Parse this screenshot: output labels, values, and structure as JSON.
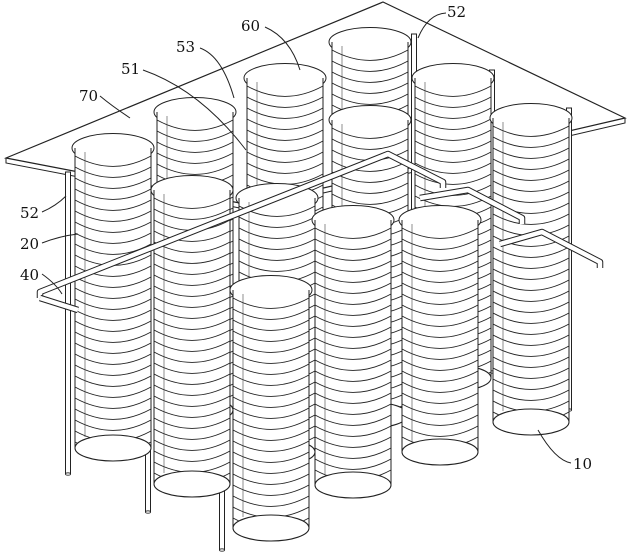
{
  "figure": {
    "labels": {
      "l70": "70",
      "l60": "60",
      "l53": "53",
      "l51": "51",
      "l52_top": "52",
      "l52_left": "52",
      "l20": "20",
      "l40": "40",
      "l10": "10"
    }
  }
}
